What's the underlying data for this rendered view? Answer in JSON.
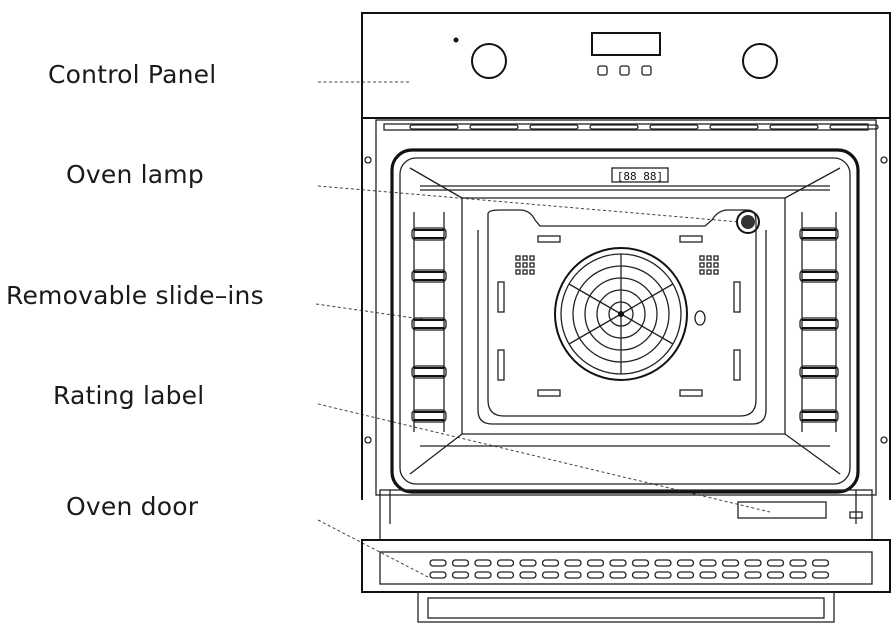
{
  "labels": {
    "control_panel": "Control Panel",
    "oven_lamp": "Oven lamp",
    "removable_slide_ins": "Removable slide–ins",
    "rating_label": "Rating label",
    "oven_door": "Oven door"
  },
  "display_text": "[88 88]",
  "colors": {
    "line": "#111111",
    "text": "#1a1a1a",
    "background": "#ffffff"
  }
}
